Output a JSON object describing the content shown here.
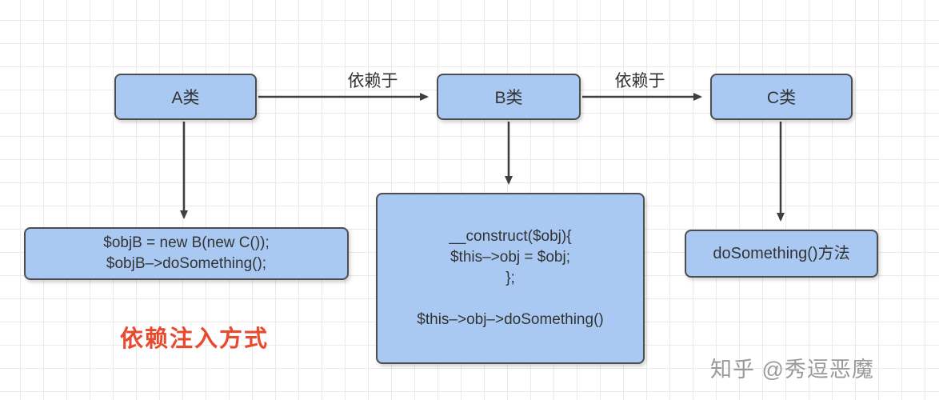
{
  "diagram": {
    "caption": "依赖注入方式",
    "watermark": "知乎 @秀逗恶魔",
    "nodes": {
      "class_a": {
        "label": "A类"
      },
      "class_b": {
        "label": "B类"
      },
      "class_c": {
        "label": "C类"
      },
      "code_a": {
        "lines": [
          "$objB = new B(new C());",
          "$objB–>doSomething();"
        ]
      },
      "code_b": {
        "lines": [
          "__construct($obj){",
          "$this–>obj = $obj;",
          "};",
          "",
          "$this–>obj–>doSomething()"
        ]
      },
      "code_c": {
        "label": "doSomething()方法"
      }
    },
    "edges": [
      {
        "from": "class_a",
        "to": "class_b",
        "label": "依赖于"
      },
      {
        "from": "class_b",
        "to": "class_c",
        "label": "依赖于"
      }
    ],
    "colors": {
      "node_fill": "#a9c9f3",
      "node_border": "#4d4d4d",
      "arrow": "#3f3f3f",
      "caption": "#e8492f",
      "watermark": "#9a9a9a",
      "grid_line": "#eaeaea"
    }
  }
}
